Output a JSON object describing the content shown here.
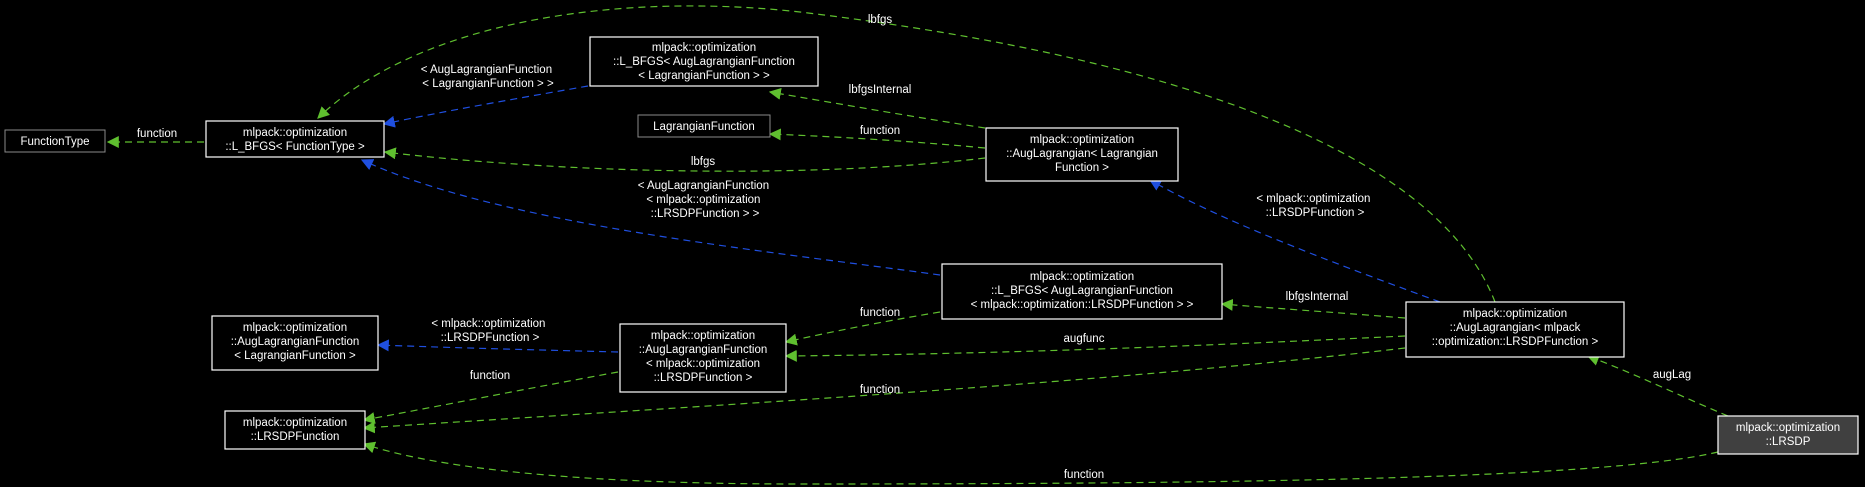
{
  "colors": {
    "background": "#000000",
    "usage_edge": "#5fbf2f",
    "inheritance_edge": "#1f4fe0",
    "node_border": "#ffffff",
    "external_node_border": "#8a8a8a",
    "focus_node_fill": "#404040"
  },
  "nodes": {
    "function_type": {
      "lines": [
        "FunctionType"
      ]
    },
    "lbfgs_functiontype": {
      "lines": [
        "mlpack::optimization",
        "::L_BFGS< FunctionType >"
      ]
    },
    "lbfgs_auglag_lagrangian": {
      "lines": [
        "mlpack::optimization",
        "::L_BFGS< AugLagrangianFunction",
        "< LagrangianFunction > >"
      ]
    },
    "lagrangian_function": {
      "lines": [
        "LagrangianFunction"
      ]
    },
    "auglagrangian_lagrangian": {
      "lines": [
        "mlpack::optimization",
        "::AugLagrangian< Lagrangian",
        "Function >"
      ]
    },
    "lbfgs_auglag_lrsdp": {
      "lines": [
        "mlpack::optimization",
        "::L_BFGS< AugLagrangianFunction",
        "< mlpack::optimization::LRSDPFunction > >"
      ]
    },
    "auglagfunction_lagrangian": {
      "lines": [
        "mlpack::optimization",
        "::AugLagrangianFunction",
        "< LagrangianFunction >"
      ]
    },
    "auglagfunction_lrsdp": {
      "lines": [
        "mlpack::optimization",
        "::AugLagrangianFunction",
        "< mlpack::optimization",
        "::LRSDPFunction >"
      ]
    },
    "auglagrangian_lrsdp": {
      "lines": [
        "mlpack::optimization",
        "::AugLagrangian< mlpack",
        "::optimization::LRSDPFunction >"
      ]
    },
    "lrsdp_function": {
      "lines": [
        "mlpack::optimization",
        "::LRSDPFunction"
      ]
    },
    "lrsdp": {
      "lines": [
        "mlpack::optimization",
        "::LRSDP"
      ]
    }
  },
  "edge_labels": {
    "lbfgs_top": [
      "lbfgs"
    ],
    "template_auglag_lagrangian": [
      "< AugLagrangianFunction",
      "< LagrangianFunction > >"
    ],
    "function_functiontype": [
      "function"
    ],
    "lbfgs_internal_upper": [
      "lbfgsInternal"
    ],
    "function_lagrangian": [
      "function"
    ],
    "lbfgs_mid": [
      "lbfgs"
    ],
    "template_auglag_lrsdp": [
      "< AugLagrangianFunction",
      "< mlpack::optimization",
      "::LRSDPFunction > >"
    ],
    "template_lrsdp_upper": [
      "< mlpack::optimization",
      "::LRSDPFunction >"
    ],
    "lbfgs_internal_lower": [
      "lbfgsInternal"
    ],
    "template_lrsdp_left": [
      "< mlpack::optimization",
      "::LRSDPFunction >"
    ],
    "function_auglagfunction": [
      "function"
    ],
    "aug_func": [
      "augfunc"
    ],
    "function_left": [
      "function"
    ],
    "function_right": [
      "function"
    ],
    "aug_lag": [
      "augLag"
    ],
    "function_bottom": [
      "function"
    ]
  }
}
